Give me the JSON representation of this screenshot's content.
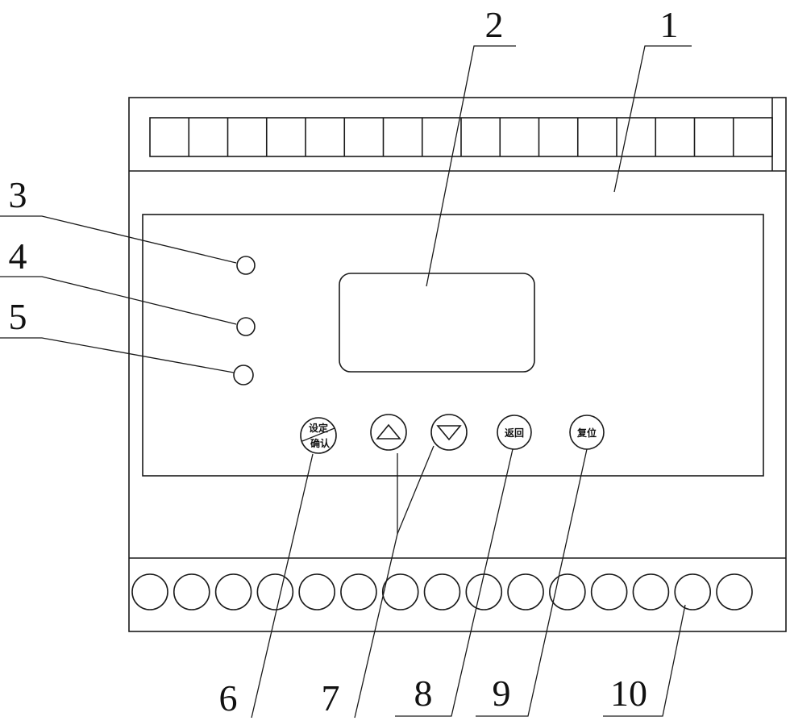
{
  "callouts": {
    "c1": "1",
    "c2": "2",
    "c3": "3",
    "c4": "4",
    "c5": "5",
    "c6": "6",
    "c7": "7",
    "c8": "8",
    "c9": "9",
    "c10": "10"
  },
  "buttons": {
    "set_top": "设定",
    "set_bottom": "确认",
    "back": "返回",
    "reset": "复位"
  },
  "icons": {
    "up": "triangle-up-icon",
    "down": "triangle-down-icon"
  },
  "counts": {
    "top_terminals": 16,
    "bottom_terminals": 15
  }
}
